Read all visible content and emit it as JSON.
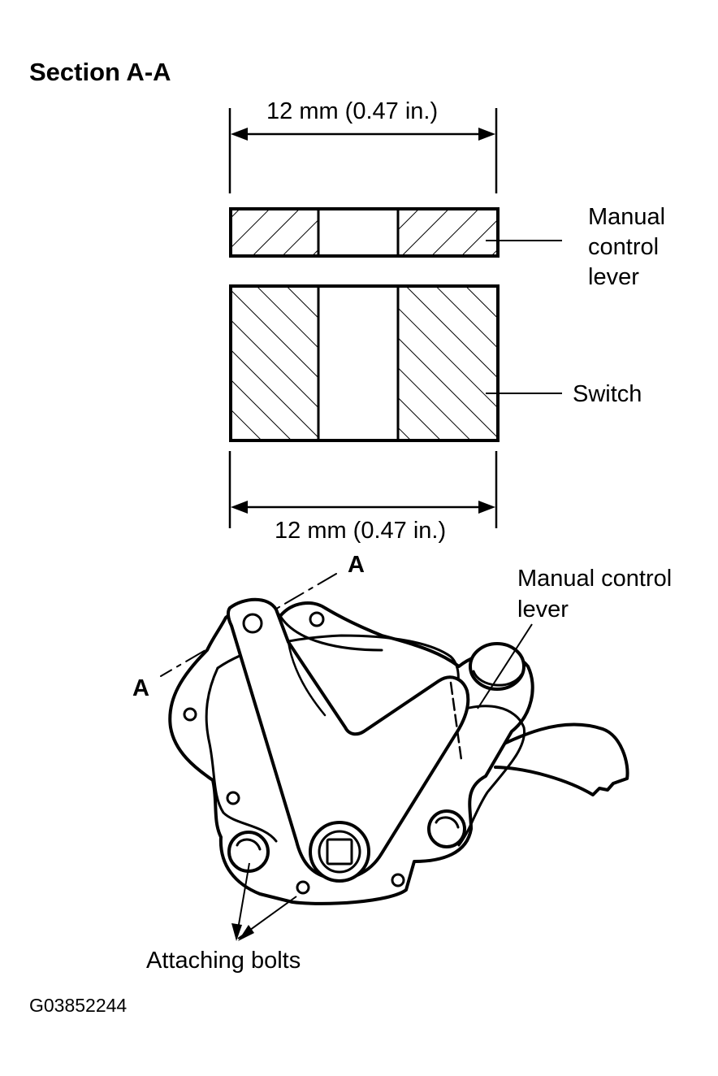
{
  "title": "Section A-A",
  "dimensions": {
    "top": "12 mm (0.47 in.)",
    "bottom": "12 mm (0.47 in.)"
  },
  "labels": {
    "manual_control_lever_section": [
      "Manual",
      "control",
      "lever"
    ],
    "switch": "Switch",
    "manual_control_lever_view": [
      "Manual control",
      "lever"
    ],
    "section_marker_top": "A",
    "section_marker_left": "A",
    "attaching_bolts": "Attaching bolts"
  },
  "figure_id": "G03852244",
  "colors": {
    "ink": "#000000",
    "paper": "#ffffff"
  }
}
